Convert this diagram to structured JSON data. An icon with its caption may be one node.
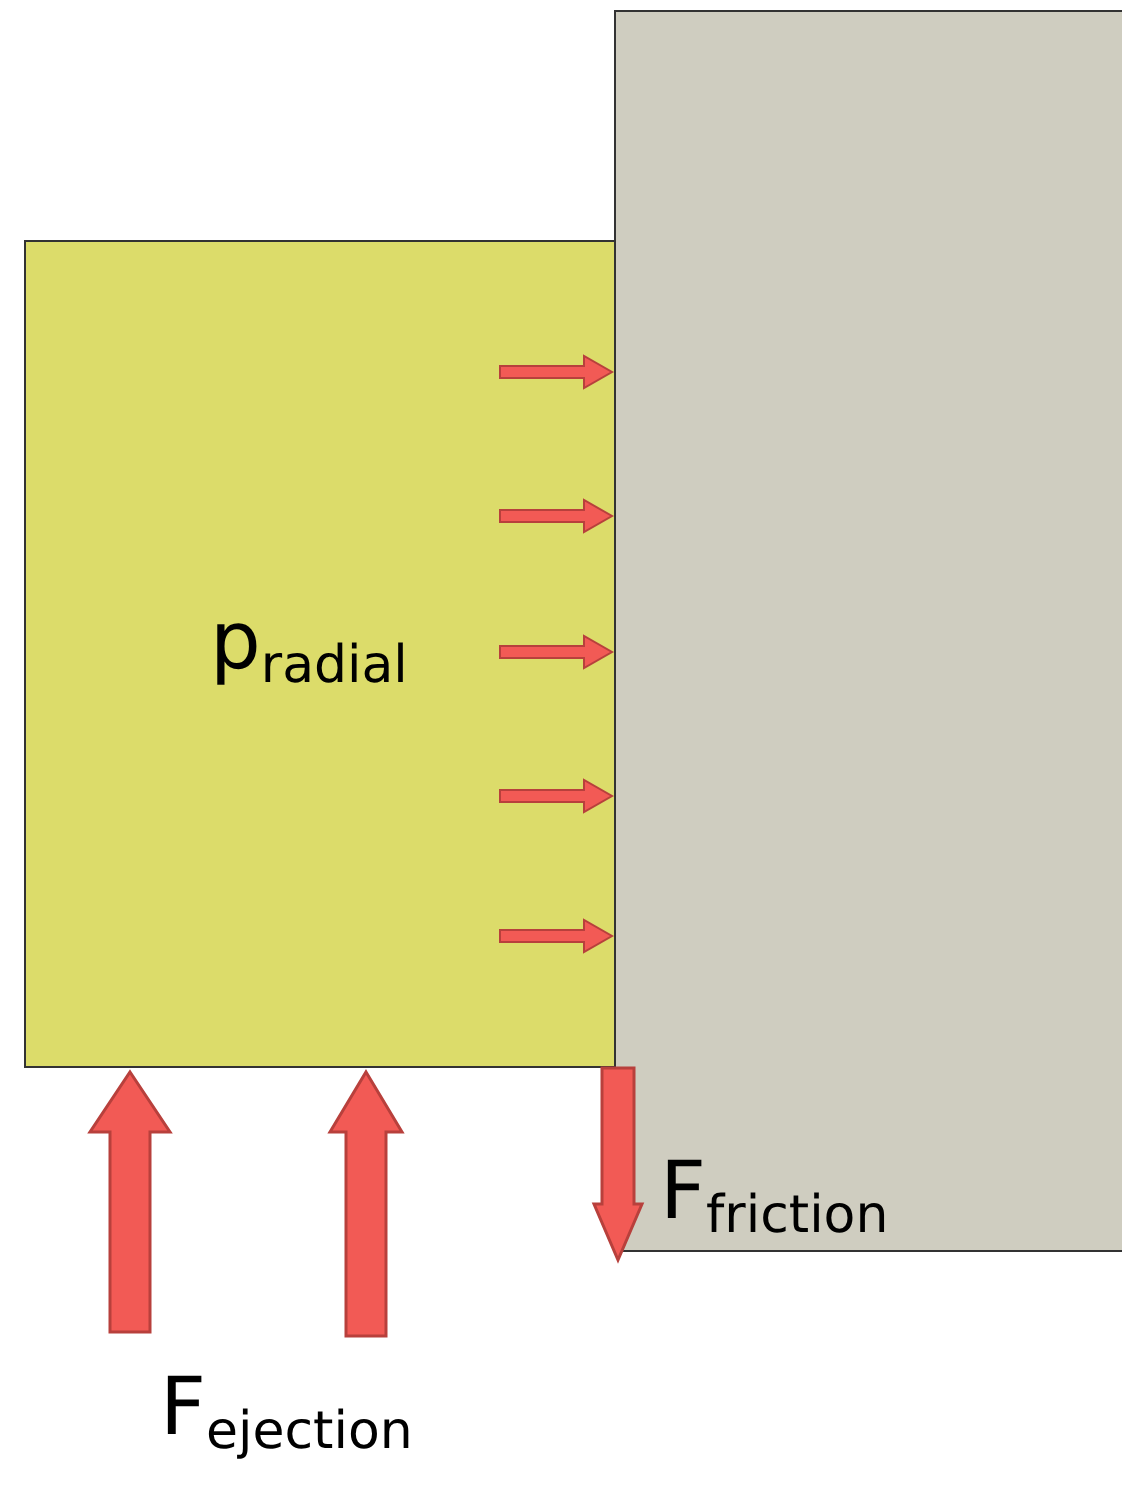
{
  "diagram": {
    "nodes": [
      {
        "text": [
          "p$_{radial}$"
        ]
      },
      {
        "text": [],
        "shape": "box"
      }
    ],
    "labels": [
      "F$_{friction}$",
      "F$_{ejection}$"
    ]
  }
}
